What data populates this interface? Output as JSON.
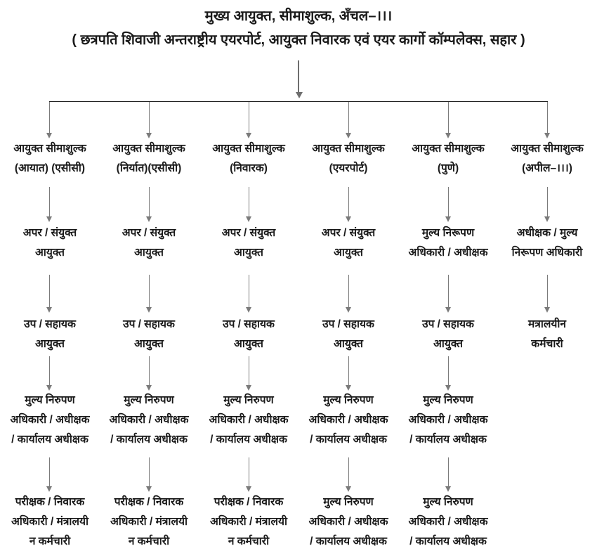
{
  "diagram_type": "org-chart",
  "colors": {
    "background": "#ffffff",
    "text": "#1a1a1a",
    "connector": "#7b7b7b",
    "branch_line": "#222222"
  },
  "header": {
    "title": "मुख्य आयुक्त, सीमाशुल्क, अँचल–।।।",
    "subtitle": "( छत्रपति शिवाजी अन्तराष्ट्रीय एयरपोर्ट, आयुक्त निवारक एवं एयर कार्गो कॉम्पलेक्स, सहार )"
  },
  "columns": [
    {
      "id": "commissioner-import-acc",
      "levels": [
        "आयुक्त सीमाशुल्क\n(आयात) (एसीसी)",
        "अपर / संयुक्त\nआयुक्त",
        "उप / सहायक\nआयुक्त",
        "मुल्य निरुपण\nअधिकारी / अधीक्षक\n/ कार्यालय अधीक्षक",
        "परीक्षक / निवारक\nअधिकारी / मंत्रालयी\nन कर्मचारी"
      ]
    },
    {
      "id": "commissioner-export-acc",
      "levels": [
        "आयुक्त सीमाशुल्क\n(निर्यात)(एसीसी)",
        "अपर / संयुक्त\nआयुक्त",
        "उप / सहायक\nआयुक्त",
        "मुल्य निरुपण\nअधिकारी / अधीक्षक\n/ कार्यालय अधीक्षक",
        "परीक्षक / निवारक\nअधिकारी / मंत्रालयी\nन कर्मचारी"
      ]
    },
    {
      "id": "commissioner-preventive",
      "levels": [
        "आयुक्त सीमाशुल्क\n(निवारक)",
        "अपर / संयुक्त\nआयुक्त",
        "उप / सहायक\nआयुक्त",
        "मुल्य निरुपण\nअधिकारी / अधीक्षक\n/ कार्यालय अधीक्षक",
        "परीक्षक / निवारक\nअधिकारी / मंत्रालयी\nन कर्मचारी"
      ]
    },
    {
      "id": "commissioner-airport",
      "levels": [
        "आयुक्त सीमाशुल्क\n(एयरपोर्ट)",
        "अपर / संयुक्त\nआयुक्त",
        "उप / सहायक\nआयुक्त",
        "मुल्य निरुपण\nअधिकारी / अधीक्षक\n/ कार्यालय अधीक्षक",
        "मुल्य निरुपण\nअधिकारी / अधीक्षक\n/ कार्यालय अधीक्षक"
      ]
    },
    {
      "id": "commissioner-pune",
      "levels": [
        "आयुक्त सीमाशुल्क\n(पुणे)",
        "मुल्य निरूपण\nअधिकारी / अधीक्षक",
        "उप / सहायक\nआयुक्त",
        "मुल्य निरुपण\nअधिकारी / अधीक्षक\n/ कार्यालय अधीक्षक",
        "मुल्य निरुपण\nअधिकारी / अधीक्षक\n/ कार्यालय अधीक्षक"
      ]
    },
    {
      "id": "commissioner-appeal-iii",
      "levels": [
        "आयुक्त सीमाशुल्क\n(अपील–।।।)",
        "अधीक्षक / मुल्य\nनिरूपण अधिकारी",
        "मत्रालयीन\nकर्मचारी"
      ]
    }
  ]
}
